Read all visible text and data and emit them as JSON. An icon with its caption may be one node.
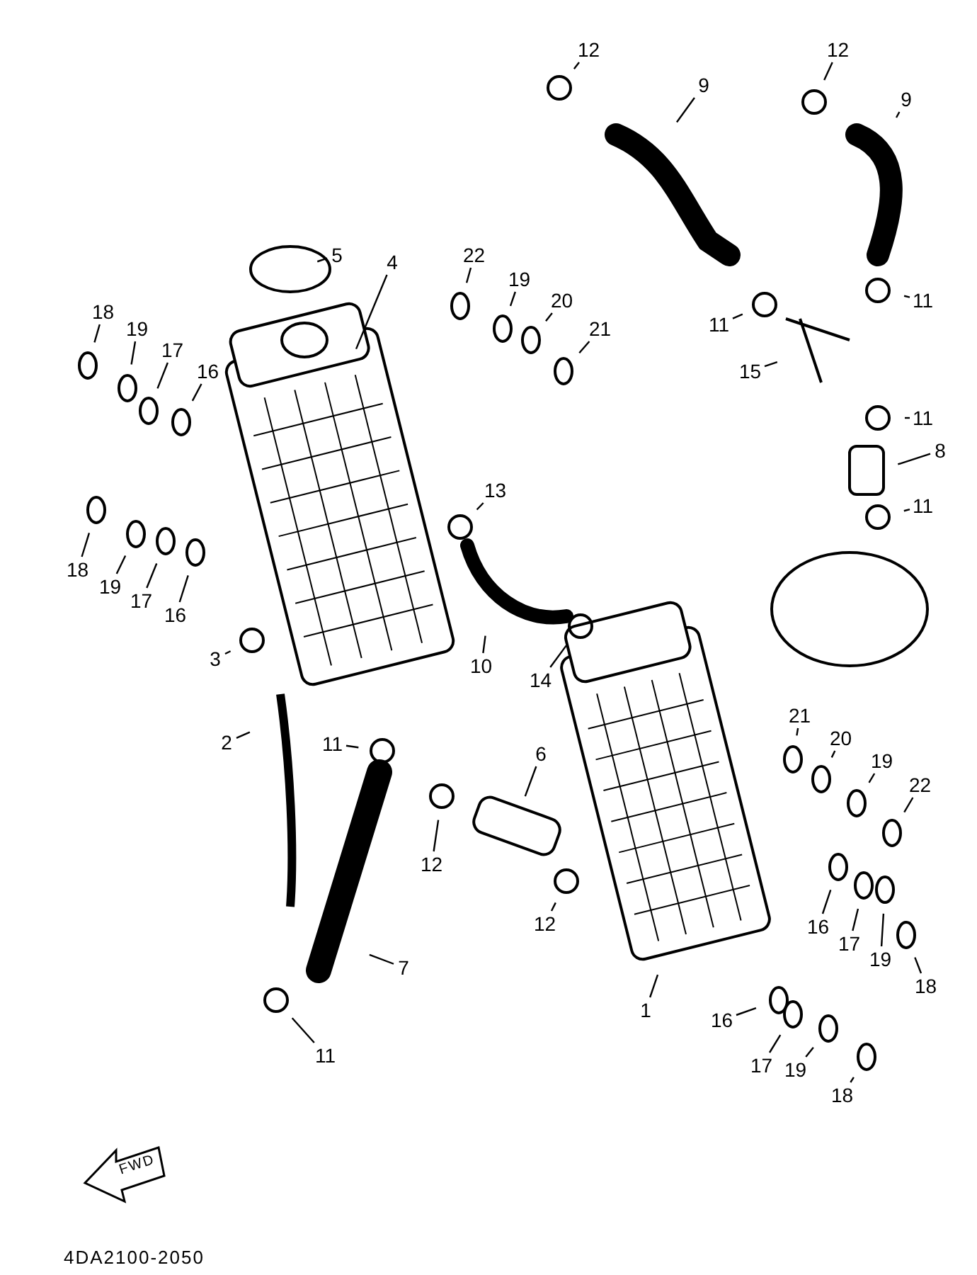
{
  "diagram": {
    "nodes": [
      {
        "text": [
          "12"
        ]
      },
      {
        "text": [
          "12"
        ]
      },
      {
        "text": [
          "9"
        ]
      },
      {
        "text": [
          "9"
        ]
      },
      {
        "text": [
          "5"
        ]
      },
      {
        "text": [
          "4"
        ]
      },
      {
        "text": [
          "22"
        ]
      },
      {
        "text": [
          "19"
        ]
      },
      {
        "text": [
          "20"
        ]
      },
      {
        "text": [
          "21"
        ]
      },
      {
        "text": [
          "18"
        ]
      },
      {
        "text": [
          "19"
        ]
      },
      {
        "text": [
          "17"
        ]
      },
      {
        "text": [
          "16"
        ]
      },
      {
        "text": [
          "11"
        ]
      },
      {
        "text": [
          "11"
        ]
      },
      {
        "text": [
          "15"
        ]
      },
      {
        "text": [
          "11"
        ]
      },
      {
        "text": [
          "8"
        ]
      },
      {
        "text": [
          "11"
        ]
      },
      {
        "text": [
          "13"
        ]
      },
      {
        "text": [
          "18"
        ]
      },
      {
        "text": [
          "19"
        ]
      },
      {
        "text": [
          "17"
        ]
      },
      {
        "text": [
          "16"
        ]
      },
      {
        "text": [
          "3"
        ]
      },
      {
        "text": [
          "10"
        ]
      },
      {
        "text": [
          "14"
        ]
      },
      {
        "text": [
          "2"
        ]
      },
      {
        "text": [
          "11"
        ]
      },
      {
        "text": [
          "21"
        ]
      },
      {
        "text": [
          "20"
        ]
      },
      {
        "text": [
          "19"
        ]
      },
      {
        "text": [
          "22"
        ]
      },
      {
        "text": [
          "6"
        ]
      },
      {
        "text": [
          "12"
        ]
      },
      {
        "text": [
          "12"
        ]
      },
      {
        "text": [
          "16"
        ]
      },
      {
        "text": [
          "17"
        ]
      },
      {
        "text": [
          "19"
        ]
      },
      {
        "text": [
          "18"
        ]
      },
      {
        "text": [
          "7"
        ]
      },
      {
        "text": [
          "1"
        ]
      },
      {
        "text": [
          "16"
        ]
      },
      {
        "text": [
          "17"
        ]
      },
      {
        "text": [
          "19"
        ]
      },
      {
        "text": [
          "18"
        ]
      },
      {
        "text": [
          "11"
        ]
      }
    ],
    "edges": [
      {
        "from": 0,
        "to": null,
        "arrow": "none"
      },
      {
        "from": 1,
        "to": null,
        "arrow": "none"
      },
      {
        "from": 2,
        "to": null,
        "arrow": "none"
      },
      {
        "from": 3,
        "to": null,
        "arrow": "none"
      },
      {
        "from": 4,
        "to": null,
        "arrow": "none"
      },
      {
        "from": 5,
        "to": null,
        "arrow": "none"
      },
      {
        "from": 6,
        "to": null,
        "arrow": "none"
      },
      {
        "from": 7,
        "to": null,
        "arrow": "none"
      },
      {
        "from": 8,
        "to": null,
        "arrow": "none"
      },
      {
        "from": 9,
        "to": null,
        "arrow": "none"
      },
      {
        "from": 10,
        "to": null,
        "arrow": "none"
      },
      {
        "from": 11,
        "to": null,
        "arrow": "none"
      },
      {
        "from": 12,
        "to": null,
        "arrow": "none"
      },
      {
        "from": 13,
        "to": null,
        "arrow": "none"
      },
      {
        "from": 14,
        "to": null,
        "arrow": "none"
      },
      {
        "from": 15,
        "to": null,
        "arrow": "none"
      },
      {
        "from": 16,
        "to": null,
        "arrow": "none"
      },
      {
        "from": 17,
        "to": null,
        "arrow": "none"
      },
      {
        "from": 18,
        "to": null,
        "arrow": "none"
      },
      {
        "from": 19,
        "to": null,
        "arrow": "none"
      },
      {
        "from": 20,
        "to": null,
        "arrow": "none"
      },
      {
        "from": 21,
        "to": null,
        "arrow": "none"
      },
      {
        "from": 22,
        "to": null,
        "arrow": "none"
      },
      {
        "from": 23,
        "to": null,
        "arrow": "none"
      },
      {
        "from": 24,
        "to": null,
        "arrow": "none"
      },
      {
        "from": 25,
        "to": null,
        "arrow": "none"
      },
      {
        "from": 26,
        "to": null,
        "arrow": "none"
      },
      {
        "from": 27,
        "to": null,
        "arrow": "none"
      },
      {
        "from": 28,
        "to": null,
        "arrow": "none"
      },
      {
        "from": 29,
        "to": null,
        "arrow": "none"
      },
      {
        "from": 30,
        "to": null,
        "arrow": "none"
      },
      {
        "from": 31,
        "to": null,
        "arrow": "none"
      },
      {
        "from": 32,
        "to": null,
        "arrow": "none"
      },
      {
        "from": 33,
        "to": null,
        "arrow": "none"
      },
      {
        "from": 34,
        "to": null,
        "arrow": "none"
      },
      {
        "from": 35,
        "to": null,
        "arrow": "none"
      },
      {
        "from": 36,
        "to": null,
        "arrow": "none"
      },
      {
        "from": 37,
        "to": null,
        "arrow": "none"
      },
      {
        "from": 38,
        "to": null,
        "arrow": "none"
      },
      {
        "from": 39,
        "to": null,
        "arrow": "none"
      },
      {
        "from": 40,
        "to": null,
        "arrow": "none"
      },
      {
        "from": 41,
        "to": null,
        "arrow": "none"
      },
      {
        "from": 42,
        "to": null,
        "arrow": "none"
      },
      {
        "from": 43,
        "to": null,
        "arrow": "none"
      },
      {
        "from": 44,
        "to": null,
        "arrow": "none"
      },
      {
        "from": 45,
        "to": null,
        "arrow": "none"
      },
      {
        "from": 46,
        "to": null,
        "arrow": "none"
      },
      {
        "from": 47,
        "to": null,
        "arrow": "none"
      }
    ],
    "labels": [
      "FWD",
      "4DA2100-2050"
    ]
  }
}
